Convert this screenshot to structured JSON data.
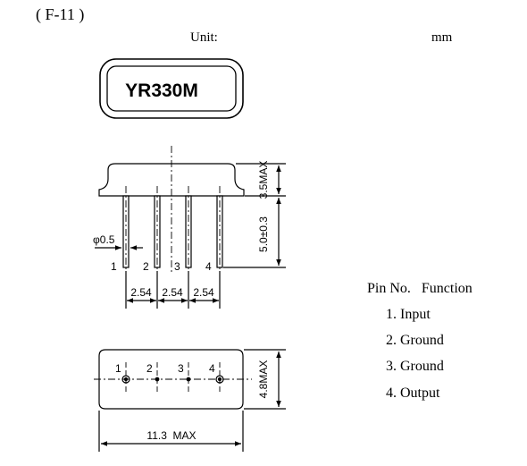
{
  "header": {
    "code": "( F-11 )",
    "unit_label": "Unit:",
    "unit_value": "mm"
  },
  "part": {
    "marking": "YR330M"
  },
  "side_view": {
    "height_label": "3.5MAX",
    "lead_length_label": "5.0±0.3",
    "lead_diameter_label": "φ0.5",
    "pin_labels": [
      "1",
      "2",
      "3",
      "4"
    ],
    "pitch_labels": [
      "2.54",
      "2.54",
      "2.54"
    ]
  },
  "bottom_view": {
    "pin_labels": [
      "1",
      "2",
      "3",
      "4"
    ],
    "width_label": "4.8MAX",
    "length_label": "11.3  MAX"
  },
  "pin_table": {
    "header": "Pin No.   Function",
    "rows": [
      "1. Input",
      "2. Ground",
      "3. Ground",
      "4. Output"
    ]
  }
}
